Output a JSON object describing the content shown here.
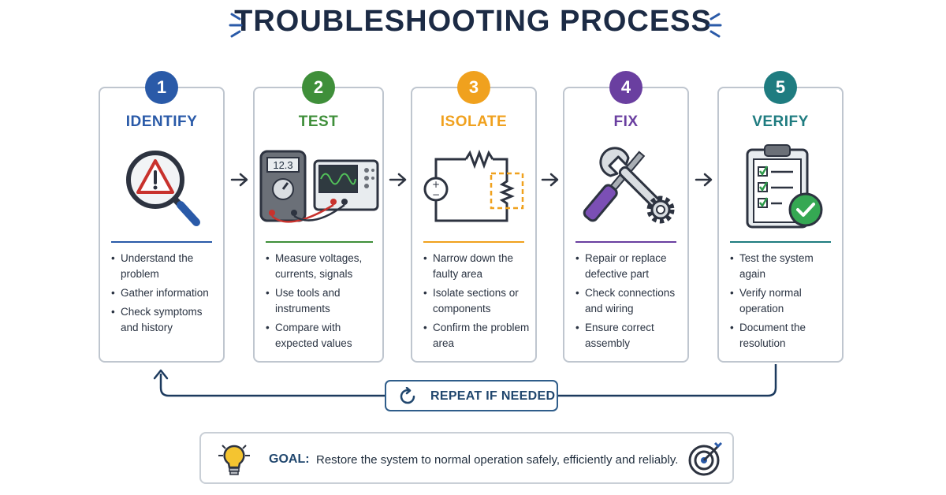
{
  "title": "TROUBLESHOOTING PROCESS",
  "steps": [
    {
      "number": "1",
      "title": "IDENTIFY",
      "color": "#2a5aa8",
      "icon": "magnifier-warning-icon",
      "bullets": [
        "Understand the problem",
        "Gather information",
        "Check symptoms and history"
      ]
    },
    {
      "number": "2",
      "title": "TEST",
      "color": "#3f8f3a",
      "icon": "multimeter-oscilloscope-icon",
      "meter_reading": "12.3",
      "bullets": [
        "Measure voltages, currents, signals",
        "Use tools and instruments",
        "Compare with expected values"
      ]
    },
    {
      "number": "3",
      "title": "ISOLATE",
      "color": "#f0a11e",
      "icon": "circuit-icon",
      "bullets": [
        "Narrow down the faulty area",
        "Isolate sections or components",
        "Confirm the problem area"
      ]
    },
    {
      "number": "4",
      "title": "FIX",
      "color": "#6a3fa0",
      "icon": "tools-icon",
      "bullets": [
        "Repair or replace defective part",
        "Check connections and wiring",
        "Ensure correct assembly"
      ]
    },
    {
      "number": "5",
      "title": "VERIFY",
      "color": "#1f7c80",
      "icon": "checklist-icon",
      "bullets": [
        "Test the system again",
        "Verify normal operation",
        "Document the resolution"
      ]
    }
  ],
  "repeat": {
    "label": "REPEAT IF NEEDED",
    "icon": "refresh-icon"
  },
  "goal": {
    "label": "GOAL:",
    "text": "Restore the system to normal operation safely, efficiently and reliably.",
    "icons": [
      "lightbulb-icon",
      "target-icon"
    ]
  }
}
